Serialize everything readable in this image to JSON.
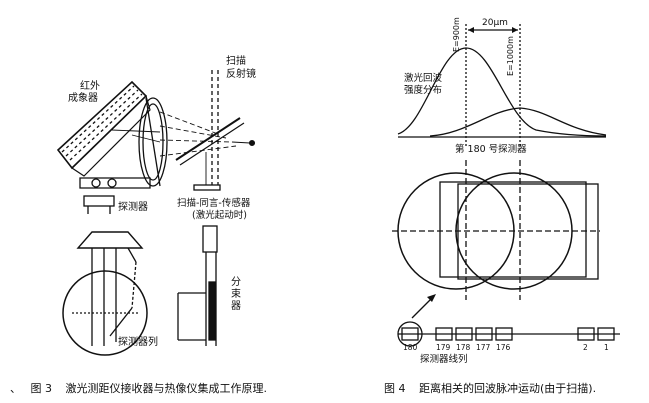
{
  "figure3": {
    "caption_mark": "、",
    "caption_number": "图 3",
    "caption_text": "激光测距仪接收器与热像仪集成工作原理.",
    "labels": {
      "infrared_imager": [
        "红外",
        "成象器"
      ],
      "scan_mirror": [
        "扫描",
        "反射镜"
      ],
      "detector": "探测器",
      "sync_sensor": [
        "扫描-同言-传感器",
        "(激光起动时)"
      ],
      "splitter": [
        "分",
        "束",
        "器"
      ],
      "detector_array": "探测器列"
    }
  },
  "figure4": {
    "caption_number": "图 4",
    "caption_text": "距离相关的回波脉冲运动(由于扫描).",
    "labels": {
      "e_left": "E=900m",
      "e_right": "E=1000m",
      "spacing": "20μm",
      "intensity": [
        "激光回波",
        "强度分布"
      ],
      "detector_180": "第 180 号探测器",
      "detector_row": "探测器线列"
    },
    "detector_numbers": [
      "180",
      "179",
      "178",
      "177",
      "176",
      "2",
      "1"
    ]
  }
}
